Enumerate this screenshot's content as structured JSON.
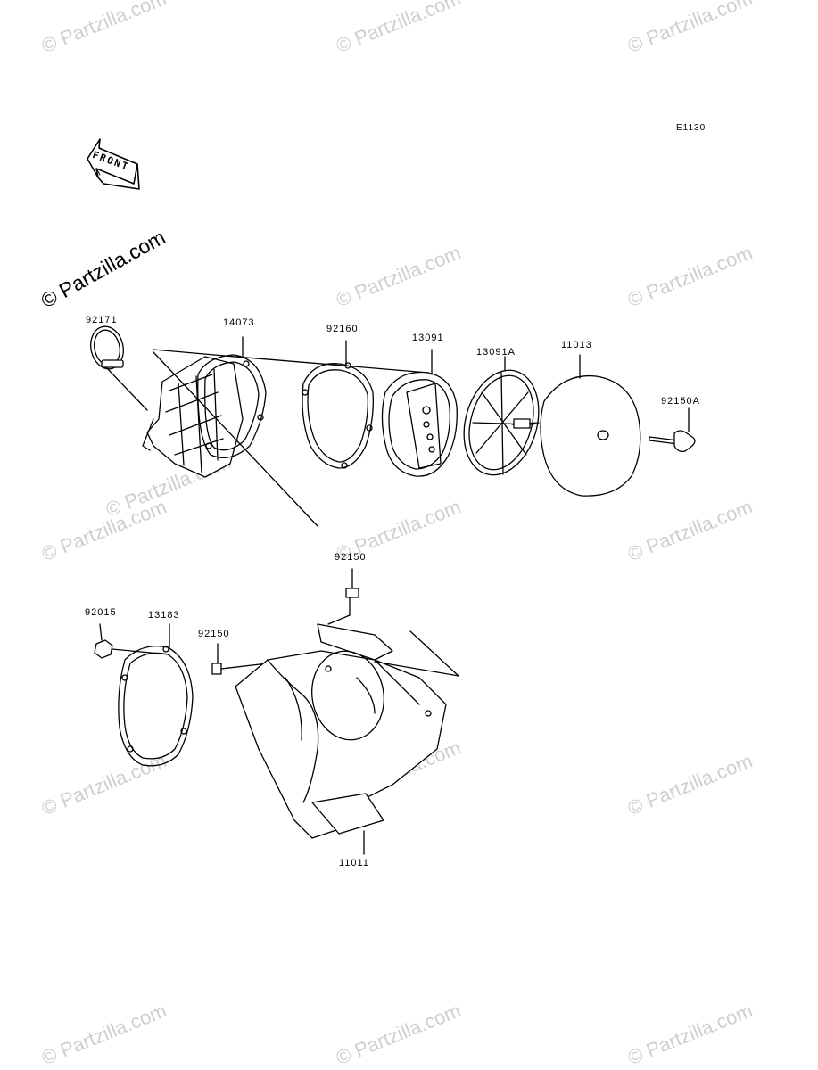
{
  "diagram_code": "E1130",
  "front_label": "FRONT",
  "watermark_primary": "© Partzilla.com",
  "watermarks": [
    "© Partzilla.com",
    "© Partzilla.com",
    "© Partzilla.com",
    "© Partzilla.com",
    "© Partzilla.com",
    "© Partzilla.com",
    "© Partzilla.com",
    "© Partzilla.com",
    "© Partzilla.com",
    "© Partzilla.com",
    "© Partzilla.com",
    "© Partzilla.com",
    "© Partzilla.com",
    "© Partzilla.com",
    "© Partzilla.com"
  ],
  "parts": [
    {
      "number": "92171"
    },
    {
      "number": "14073"
    },
    {
      "number": "92160"
    },
    {
      "number": "13091"
    },
    {
      "number": "13091A"
    },
    {
      "number": "11013"
    },
    {
      "number": "92150A"
    },
    {
      "number": "92150"
    },
    {
      "number": "92015"
    },
    {
      "number": "13183"
    },
    {
      "number": "92150"
    },
    {
      "number": "11011"
    }
  ]
}
